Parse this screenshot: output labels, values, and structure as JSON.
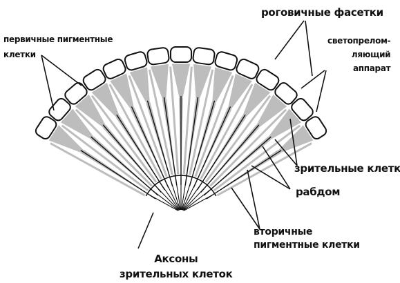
{
  "labels": {
    "corneal_facets": "роговичные фасетки",
    "primary_pigment_cells": [
      "первичные пигментные",
      "клетки"
    ],
    "light_refracting_apparatus": [
      "светопрелом-",
      "ляющий",
      "аппарат"
    ],
    "retinal_cells": "зрительные клетки",
    "rhabdom": "рабдом",
    "secondary_pigment_cells": [
      "вторичные",
      "пигментные клетки"
    ],
    "axons_of_retinal_cells": [
      "Аксоны",
      "зрительных клеток"
    ]
  },
  "ommatidia_count": 15,
  "colors": {
    "ink": "#111111",
    "cell_gray": "#bdbdbd",
    "facet_fill": "#ffffff",
    "background": "#ffffff"
  }
}
